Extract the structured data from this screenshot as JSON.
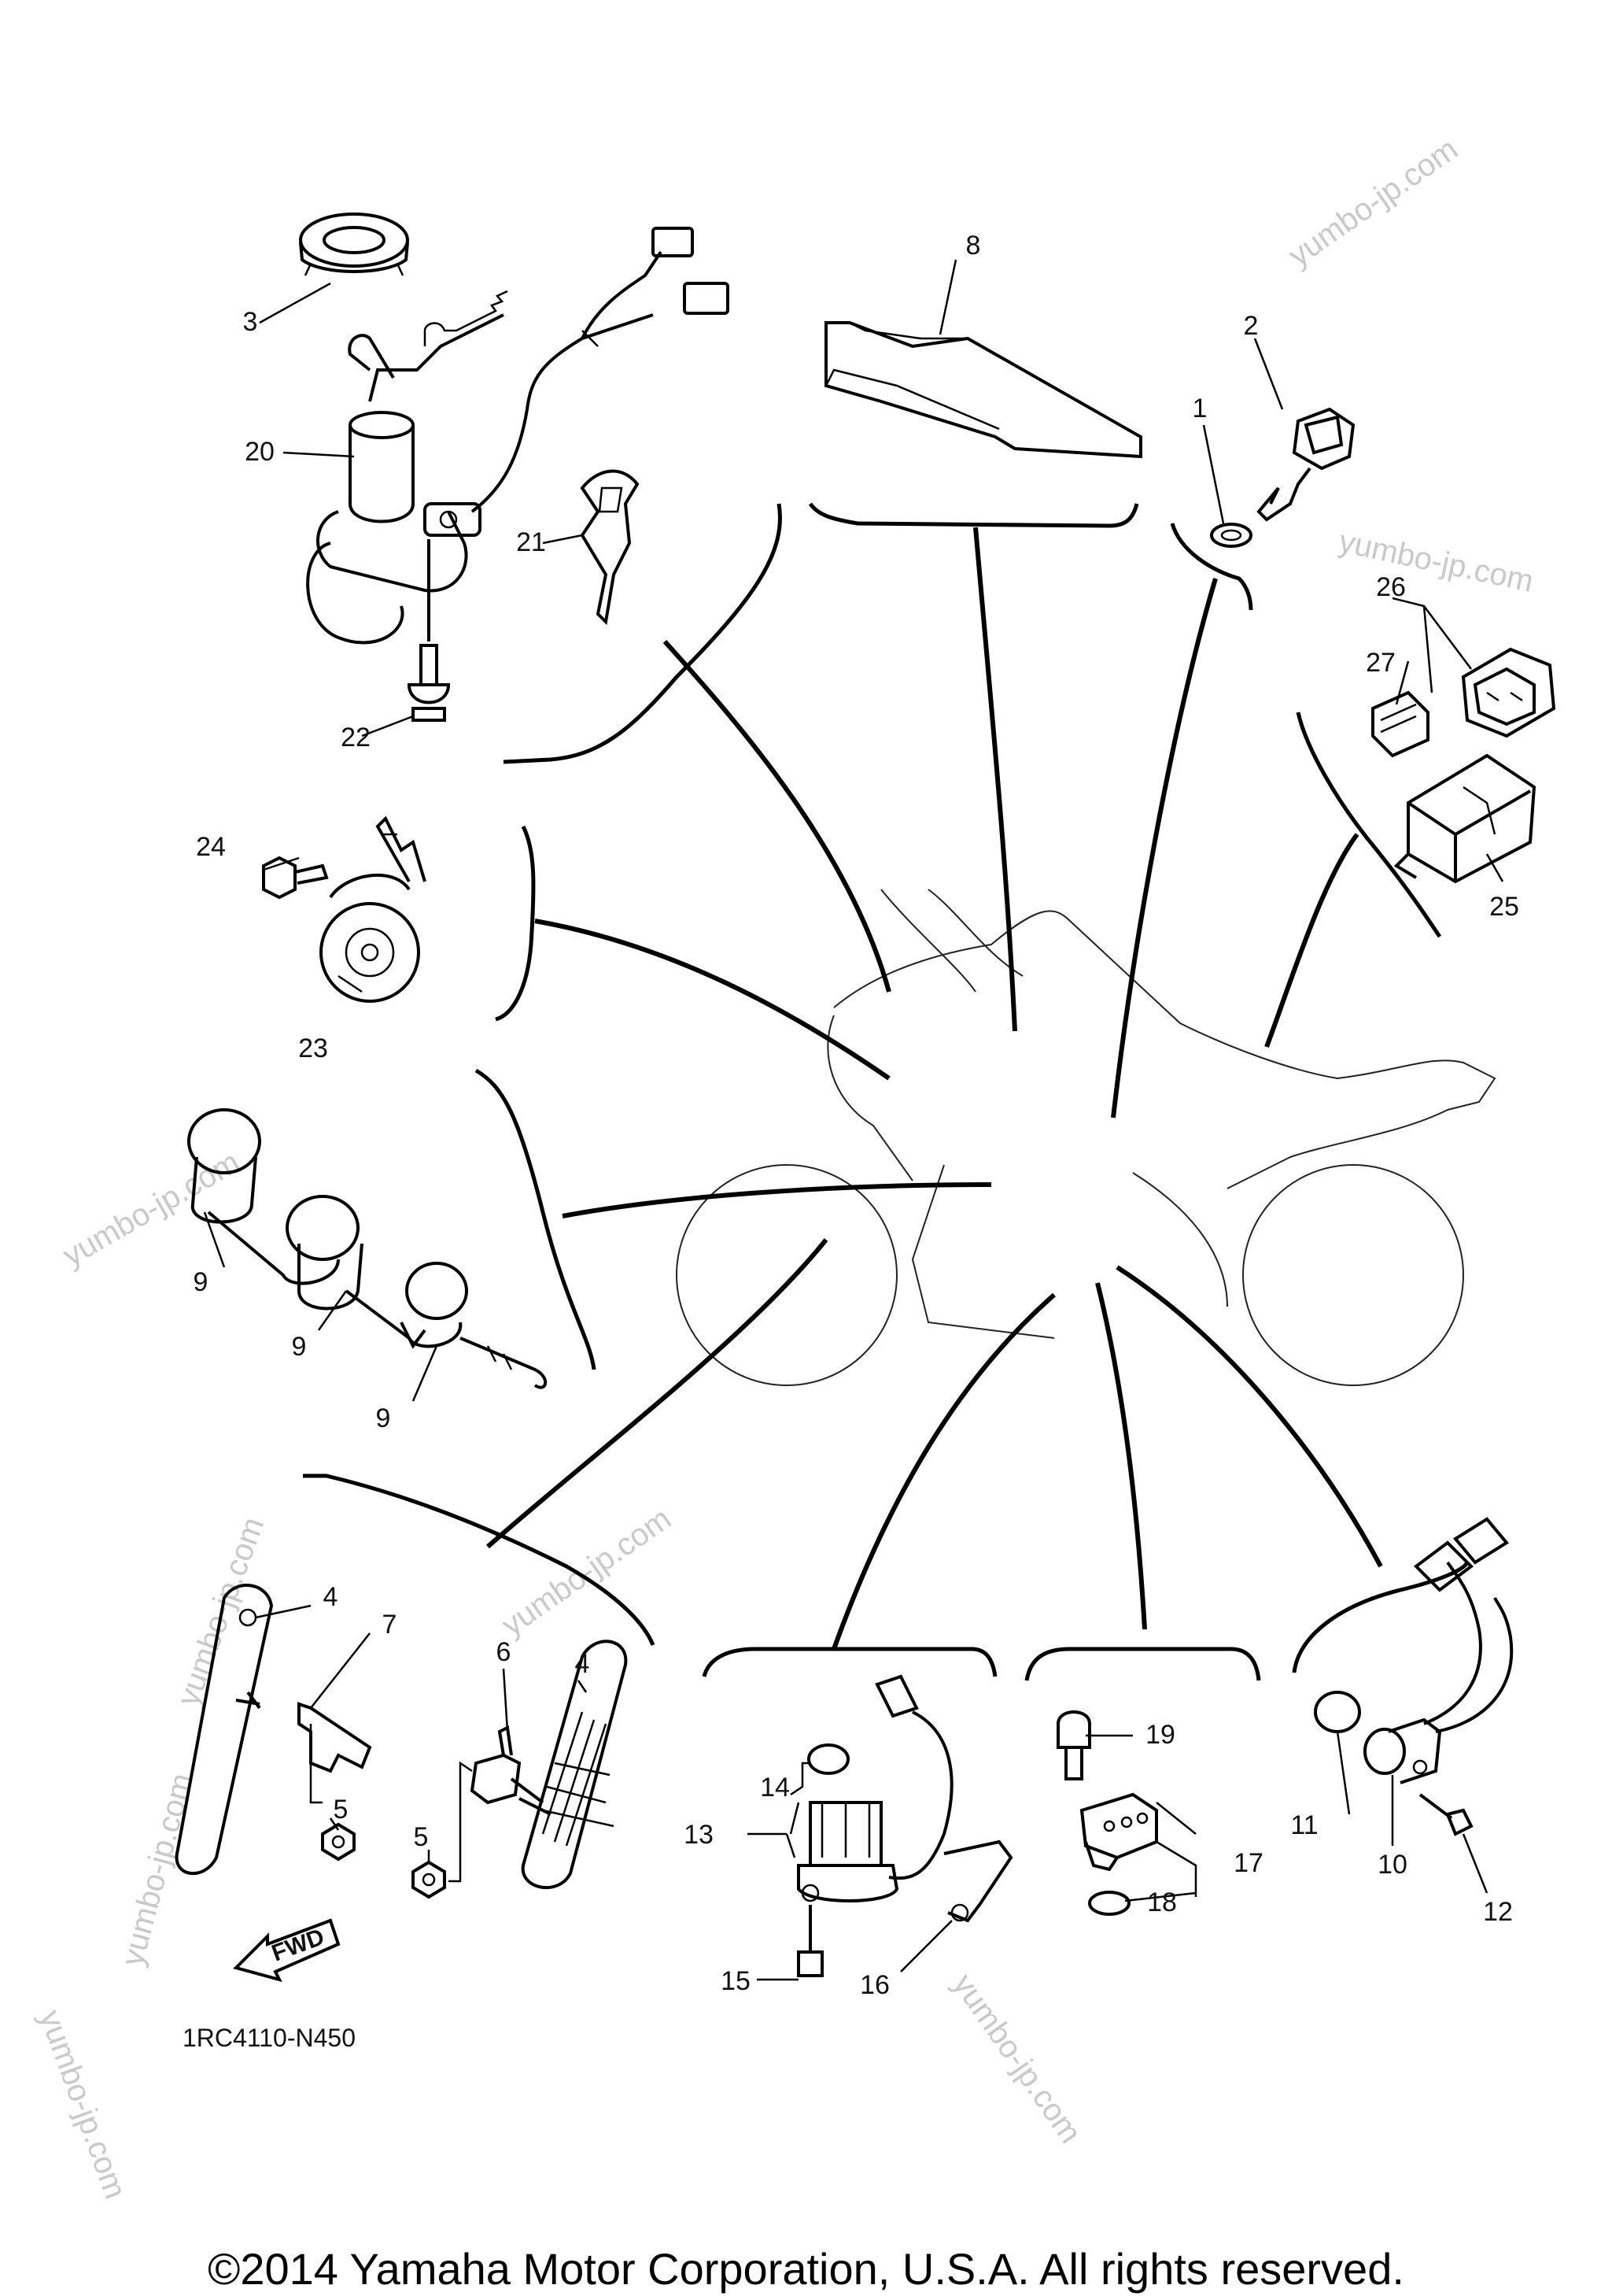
{
  "diagram": {
    "callouts": [
      "1",
      "2",
      "3",
      "4",
      "4",
      "5",
      "5",
      "6",
      "7",
      "8",
      "9",
      "9",
      "9",
      "10",
      "11",
      "12",
      "13",
      "14",
      "15",
      "16",
      "17",
      "18",
      "19",
      "20",
      "21",
      "22",
      "23",
      "24",
      "25",
      "26",
      "27"
    ],
    "diagram_code": "1RC4110-N450",
    "fwd_label": "FWD",
    "watermarks": [
      "yumbo-jp.com",
      "yumbo-jp.com",
      "yumbo-jp.com",
      "yumbo-jp.com",
      "yumbo-jp.com",
      "yumbo-jp.com",
      "yumbo-jp.com",
      "yumbo-jp.com"
    ],
    "copyright": "©2014 Yamaha Motor Corporation, U.S.A. All rights reserved."
  }
}
